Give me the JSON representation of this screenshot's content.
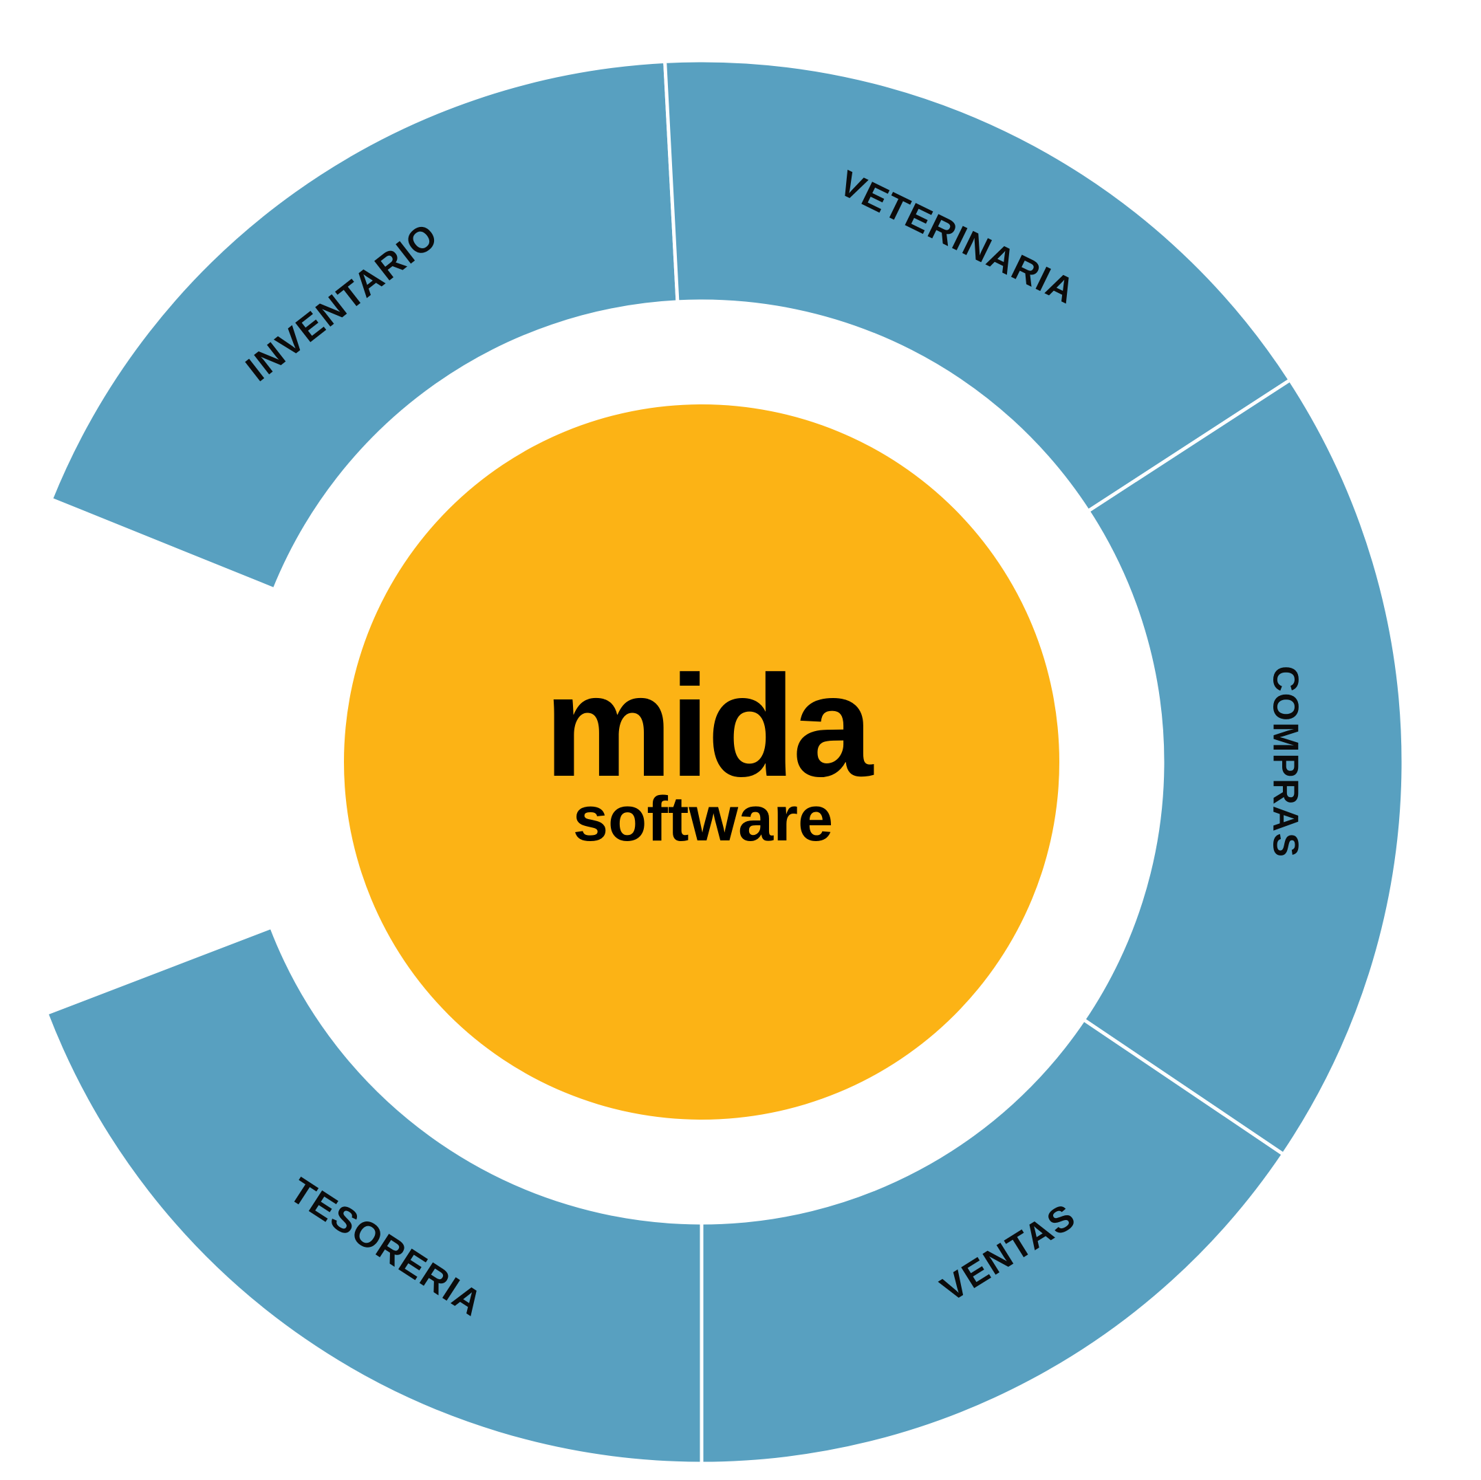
{
  "colors": {
    "segment": "#58a0c0",
    "hub": "#fcb315",
    "separator": "#ffffff",
    "text": "#0b0b0b",
    "background": "#ffffff"
  },
  "logo": {
    "main": "mida",
    "sub": "software"
  },
  "segments": [
    {
      "id": "inventario",
      "label": "INVENTARIO"
    },
    {
      "id": "veterinaria",
      "label": "VETERINARIA"
    },
    {
      "id": "compras",
      "label": "COMPRAS"
    },
    {
      "id": "ventas",
      "label": "VENTAS"
    },
    {
      "id": "tesoreria",
      "label": "TESORERIA"
    }
  ]
}
